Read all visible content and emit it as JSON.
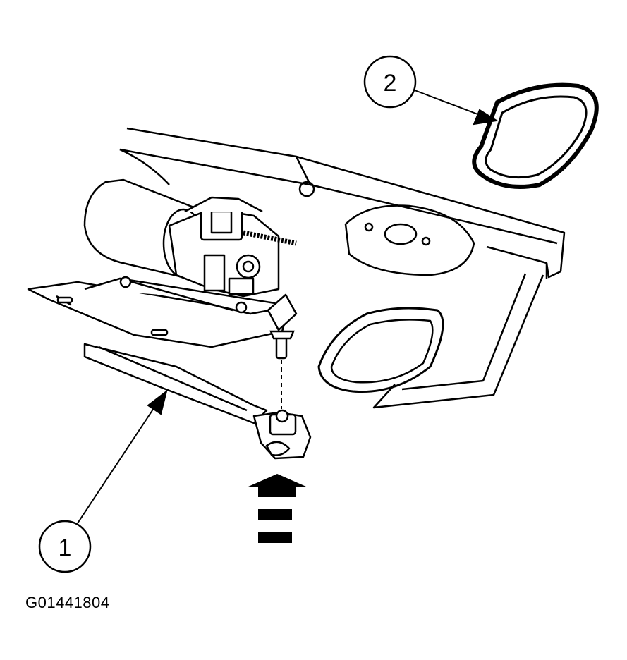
{
  "figure_id": "G01441804",
  "callouts": [
    {
      "number": "1",
      "target": "cable-assembly"
    },
    {
      "number": "2",
      "target": "seal-gasket"
    }
  ],
  "colors": {
    "ink": "#000000",
    "paper": "#ffffff"
  }
}
